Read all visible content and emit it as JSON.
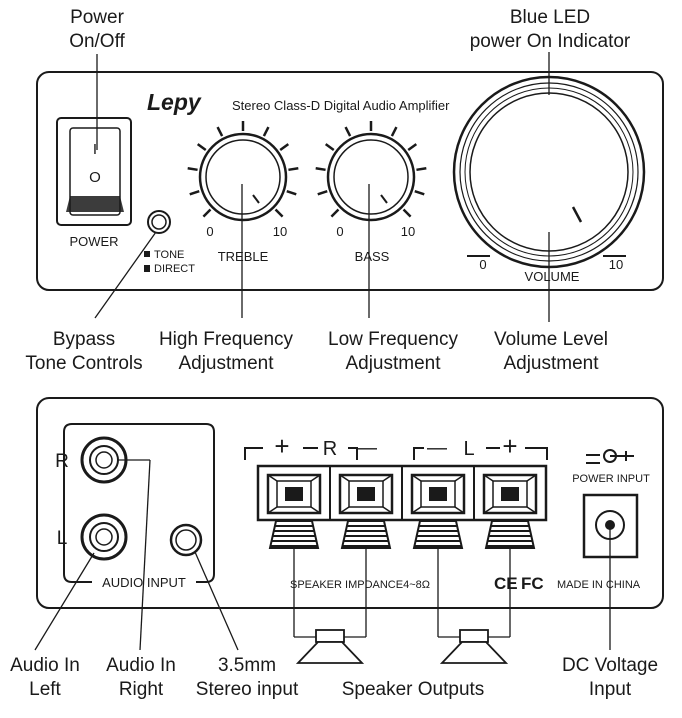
{
  "top_callouts": {
    "power_line1": "Power",
    "power_line2": "On/Off",
    "led_line1": "Blue LED",
    "led_line2": "power On Indicator"
  },
  "front_panel": {
    "brand": "Lepy",
    "subtitle": "Stereo Class-D Digital Audio Amplifier",
    "switch_on_mark": "I",
    "switch_off_mark": "O",
    "power_label": "POWER",
    "tone_label": "TONE",
    "direct_label": "DIRECT",
    "treble": {
      "label": "TREBLE",
      "min": "0",
      "max": "10"
    },
    "bass": {
      "label": "BASS",
      "min": "0",
      "max": "10"
    },
    "volume": {
      "label": "VOLUME",
      "min": "0",
      "max": "10"
    }
  },
  "mid_callouts": {
    "bypass_line1": "Bypass",
    "bypass_line2": "Tone Controls",
    "hf_line1": "High Frequency",
    "hf_line2": "Adjustment",
    "lf_line1": "Low Frequency",
    "lf_line2": "Adjustment",
    "vol_line1": "Volume Level",
    "vol_line2": "Adjustment"
  },
  "rear_panel": {
    "r_label": "R",
    "l_label": "L",
    "audio_input_label": "AUDIO INPUT",
    "plus_right": "+",
    "r_channel": "R",
    "minus_right": "—",
    "minus_left": "—",
    "l_channel": "L",
    "plus_left": "+",
    "speaker_text": "SPEAKER IMPDANCE4~8Ω",
    "ce_mark": "CE",
    "fc_mark": "FC",
    "made_in": "MADE IN CHINA",
    "power_input_label": "POWER INPUT"
  },
  "bottom_callouts": {
    "left_line1": "Audio In",
    "left_line2": "Left",
    "right_line1": "Audio In",
    "right_line2": "Right",
    "stereo_line1": "3.5mm",
    "stereo_line2": "Stereo input",
    "speaker": "Speaker Outputs",
    "dc_line1": "DC Voltage",
    "dc_line2": "Input"
  }
}
